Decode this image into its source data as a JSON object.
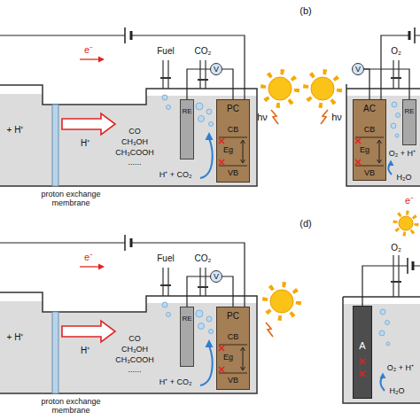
{
  "diagram": {
    "nodes": [
      {
        "text": [
          "V"
        ]
      },
      {
        "text": [
          "RE"
        ]
      },
      {
        "text": [
          "PC",
          "CB",
          "Eg",
          "VB"
        ]
      },
      {
        "text": [
          "V"
        ]
      },
      {
        "text": [
          "AC",
          "CB",
          "Eg",
          "VB"
        ]
      },
      {
        "text": [
          "RE"
        ]
      },
      {
        "text": [
          "V"
        ]
      },
      {
        "text": [
          "RE"
        ]
      },
      {
        "text": [
          "PC",
          "CB",
          "Eg",
          "VB"
        ]
      },
      {
        "text": [
          "A"
        ]
      }
    ],
    "edges": [
      {
        "from": 0,
        "to": 1,
        "arrow": "none"
      },
      {
        "from": 0,
        "to": 2,
        "arrow": "none"
      },
      {
        "from": 3,
        "to": 4,
        "arrow": "none"
      },
      {
        "from": 3,
        "to": 5,
        "arrow": "none"
      },
      {
        "from": 6,
        "to": 7,
        "arrow": "none"
      },
      {
        "from": 6,
        "to": 8,
        "arrow": "none"
      }
    ],
    "labels": [
      "e⁻",
      "Fuel",
      "CO₂",
      "+ H⁺",
      "CO",
      "CH₃OH",
      "CH₃COOH",
      "......",
      "H⁺",
      "H⁺ + CO₂",
      "proton exchange membrane",
      "(b)",
      "hν",
      "hν",
      "O₂",
      "O₂ + H⁺",
      "H₂O",
      "e⁻",
      "e⁻",
      "Fuel",
      "CO₂",
      "+ H⁺",
      "CO",
      "CH₃OH",
      "CH₃COOH",
      "......",
      "H⁺",
      "H⁺ + CO₂",
      "proton exchange membrane",
      "(d)",
      "O₂",
      "O₂ + H⁺",
      "H₂O"
    ]
  }
}
